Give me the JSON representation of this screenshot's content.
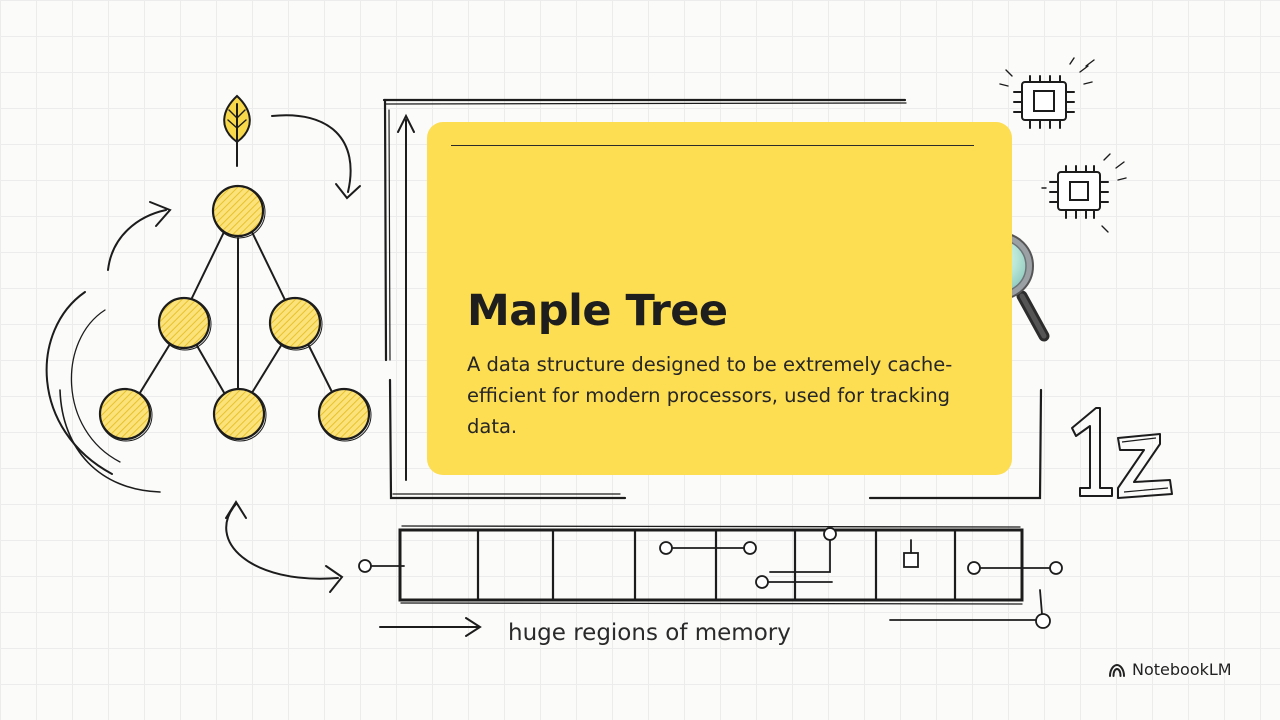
{
  "card": {
    "title": "Maple Tree",
    "description": "A data structure designed to be extremely cache-efficient for modern processors, used for tracking data."
  },
  "memory": {
    "caption": "huge regions of memory",
    "cell_count": 8
  },
  "tree": {
    "levels": [
      1,
      2,
      3
    ]
  },
  "decor": {
    "number_glyph": "1z",
    "icons": [
      "leaf-icon",
      "chip-icon",
      "magnifier-icon",
      "notebooklm-logo-icon"
    ]
  },
  "brand": {
    "name": "NotebookLM"
  },
  "colors": {
    "card_yellow": "#fddd52",
    "node_yellow": "#f7d84a",
    "ink": "#1c1c1c",
    "grid": "#ececec"
  }
}
